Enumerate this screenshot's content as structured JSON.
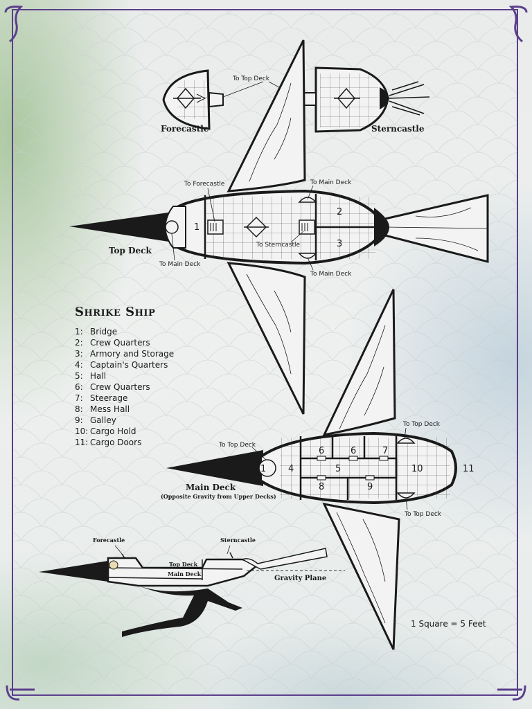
{
  "title": "Shrike Ship",
  "legend": [
    {
      "num": "1:",
      "label": "Bridge"
    },
    {
      "num": "2:",
      "label": "Crew Quarters"
    },
    {
      "num": "3:",
      "label": "Armory and Storage"
    },
    {
      "num": "4:",
      "label": "Captain's Quarters"
    },
    {
      "num": "5:",
      "label": "Hall"
    },
    {
      "num": "6:",
      "label": "Crew Quarters"
    },
    {
      "num": "7:",
      "label": "Steerage"
    },
    {
      "num": "8:",
      "label": "Mess Hall"
    },
    {
      "num": "9:",
      "label": "Galley"
    },
    {
      "num": "10:",
      "label": "Cargo Hold"
    },
    {
      "num": "11:",
      "label": "Cargo Doors"
    }
  ],
  "deck_names": {
    "forecastle": "Forecastle",
    "sterncastle": "Sterncastle",
    "top_deck": "Top Deck",
    "main_deck": "Main Deck",
    "main_deck_note": "(Opposite Gravity from Upper Decks)"
  },
  "callouts": {
    "to_top_deck": "To Top Deck",
    "to_forecastle": "To Forecastle",
    "to_main_deck": "To Main Deck",
    "to_sterncastle": "To Sterncastle"
  },
  "side_view": {
    "forecastle": "Forecastle",
    "sterncastle": "Sterncastle",
    "top_deck": "Top Deck",
    "main_deck": "Main Deck",
    "gravity_plane": "Gravity Plane"
  },
  "room_numbers": {
    "r1": "1",
    "r2": "2",
    "r3": "3",
    "r4": "4",
    "r5": "5",
    "r6": "6",
    "r7": "7",
    "r8": "8",
    "r9": "9",
    "r10": "10",
    "r11": "11"
  },
  "scale": "1 Square = 5 Feet",
  "colors": {
    "ink": "#1a1a1a",
    "frame": "#5b3f8c",
    "paper": "#eef0ef",
    "accent_green": "#8fb77e"
  }
}
